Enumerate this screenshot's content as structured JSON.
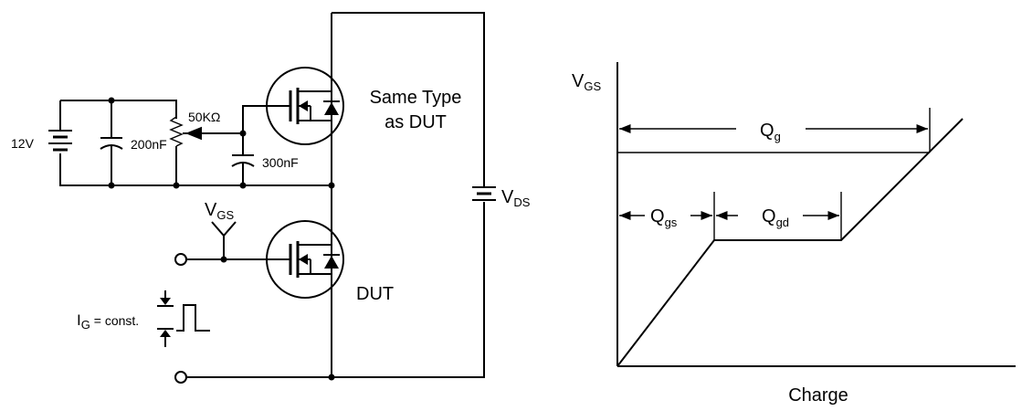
{
  "circuit": {
    "battery_label": "12V",
    "cap1_label": "200nF",
    "pot_label": "50KΩ",
    "cap2_label": "300nF",
    "ref_fet_label_line1": "Same Type",
    "ref_fet_label_line2": "as DUT",
    "vgs_label_main": "V",
    "vgs_label_sub": "GS",
    "vds_label_main": "V",
    "vds_label_sub": "DS",
    "dut_label": "DUT",
    "ig_label_main": "I",
    "ig_label_sub": "G",
    "ig_label_rest": " = const."
  },
  "chart": {
    "ylabel_main": "V",
    "ylabel_sub": "GS",
    "xlabel": "Charge",
    "qg_main": "Q",
    "qg_sub": "g",
    "qgs_main": "Q",
    "qgs_sub": "gs",
    "qgd_main": "Q",
    "qgd_sub": "gd"
  }
}
